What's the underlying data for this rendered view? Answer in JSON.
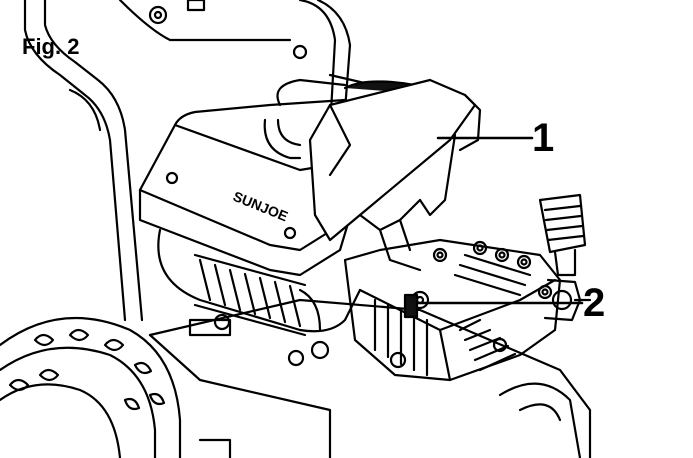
{
  "figure": {
    "label": "Fig. 2",
    "brand_text": "SUNJOE",
    "callouts": [
      {
        "number": "1"
      },
      {
        "number": "2"
      }
    ]
  },
  "colors": {
    "line": "#000000",
    "background": "#ffffff",
    "highlight_dark": "#111111"
  }
}
